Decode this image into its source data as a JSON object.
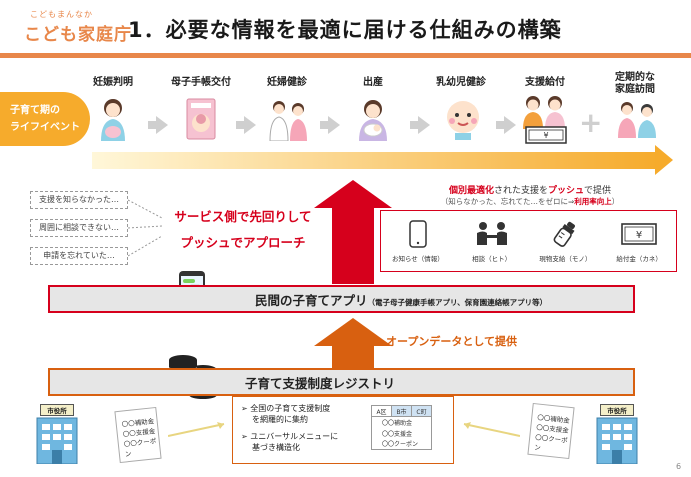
{
  "header": {
    "logo_small": "こどもまんなか",
    "logo_main": "こども家庭庁",
    "title": "1．必要な情報を最適に届ける仕組みの構築"
  },
  "life_events": {
    "label_lines": [
      "子育て期の",
      "ライフイベント"
    ],
    "stages": [
      {
        "label": "妊娠判明",
        "icon": "pregnant-woman-icon"
      },
      {
        "label": "母子手帳交付",
        "icon": "mother-child-handbook-icon"
      },
      {
        "label": "妊婦健診",
        "icon": "doctor-checkup-icon"
      },
      {
        "label": "出産",
        "icon": "newborn-baby-icon"
      },
      {
        "label": "乳幼児健診",
        "icon": "infant-checkup-icon"
      },
      {
        "label": "支援給付",
        "icon": "family-benefit-icon"
      },
      {
        "label_lines": [
          "定期的な",
          "家庭訪問"
        ],
        "icon": "home-visit-icon"
      }
    ]
  },
  "notes": [
    "支援を知らなかった…",
    "周囲に相談できない…",
    "申請を忘れていた…"
  ],
  "service_lines": [
    "サービス側で先回りして",
    "プッシュでアプローチ"
  ],
  "support": {
    "title_hl": "個別最適化",
    "title_mid": "された支援を",
    "title_push": "プッシュ",
    "title_end": "で提供",
    "sub_pre": "（知らなかった、忘れてた…をゼロに⇒",
    "sub_hl": "利用率向上",
    "sub_end": "）",
    "items": [
      {
        "label": "お知らせ（情報）",
        "icon": "smartphone-icon"
      },
      {
        "label": "相談（ヒト）",
        "icon": "consultation-icon"
      },
      {
        "label": "現物支給（モノ）",
        "icon": "baby-bottle-icon"
      },
      {
        "label": "給付金（カネ）",
        "icon": "cash-icon"
      }
    ]
  },
  "app_bar": {
    "title": "民間の子育てアプリ",
    "sub": "（電子母子健康手帳アプリ、保育園連絡帳アプリ等）"
  },
  "open_data": "オープンデータとして提供",
  "registry": {
    "title": "子育て支援制度レジストリ",
    "bullets": [
      [
        "全国の子育て支援制度",
        "を網羅的に集約"
      ],
      [
        "ユニバーサルメニューに",
        "基づき構造化"
      ]
    ],
    "table_headers": [
      "A区",
      "B市",
      "C町"
    ],
    "table_rows": [
      "〇〇補助金",
      "〇〇支援金",
      "〇〇クーポン"
    ]
  },
  "city_hall": {
    "sign": "市役所",
    "doc_lines": [
      "〇〇補助金",
      "〇〇支援金",
      "〇〇クーポン"
    ]
  },
  "page_number": "6",
  "colors": {
    "orange": "#e8874a",
    "accent_yellow": "#f6ab2c",
    "red": "#d6001c",
    "dark_orange": "#d86010"
  }
}
